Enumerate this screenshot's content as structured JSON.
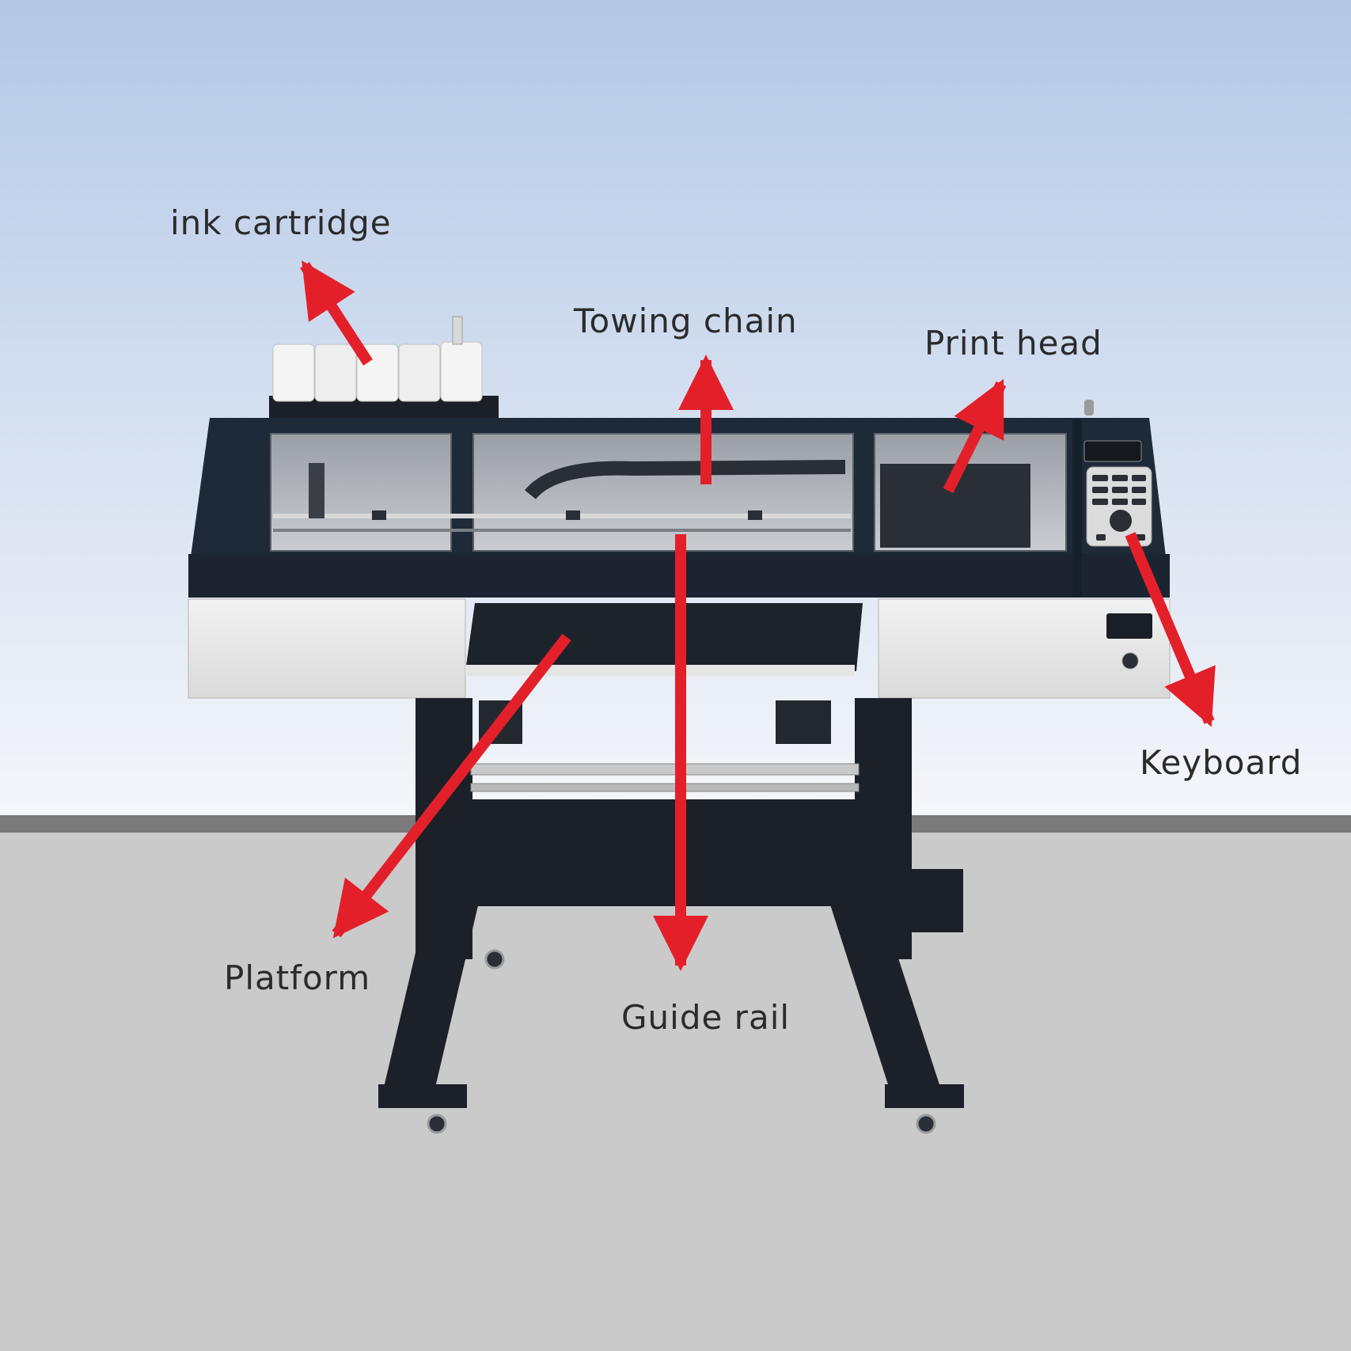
{
  "labels": {
    "ink_cartridge": "ink cartridge",
    "towing_chain": "Towing chain",
    "print_head": "Print head",
    "keyboard": "Keyboard",
    "platform": "Platform",
    "guide_rail": "Guide rail"
  },
  "colors": {
    "arrow": "#e3202a",
    "sky_top": "#b4c8e6",
    "sky_bottom": "#f4f6fa",
    "floor": "#cacaca",
    "floor_edge": "#7a7a7a",
    "printer_body": "#1f2a38",
    "printer_panel": "#e8e8e8"
  }
}
